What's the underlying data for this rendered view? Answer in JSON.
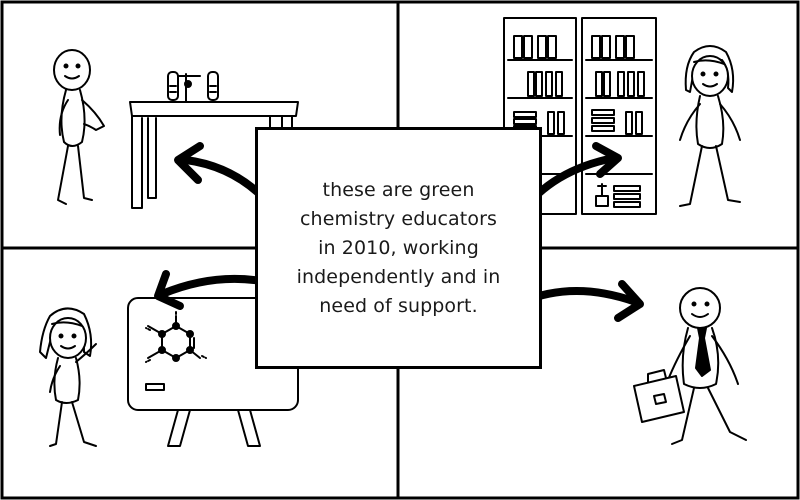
{
  "caption": {
    "lines": [
      "these are green",
      "chemistry educators",
      "in 2010, working",
      "independently and in",
      "need of support."
    ]
  },
  "colors": {
    "ink": "#000000",
    "paper": "#ffffff",
    "text": "#1a1a1a"
  },
  "panels": [
    {
      "name": "lab-bench-educator",
      "icon": "stick-figure-at-lab-bench"
    },
    {
      "name": "library-educator",
      "icon": "stick-figure-at-bookshelf"
    },
    {
      "name": "whiteboard-educator",
      "icon": "stick-figure-at-whiteboard"
    },
    {
      "name": "briefcase-educator",
      "icon": "stick-figure-with-briefcase"
    }
  ]
}
